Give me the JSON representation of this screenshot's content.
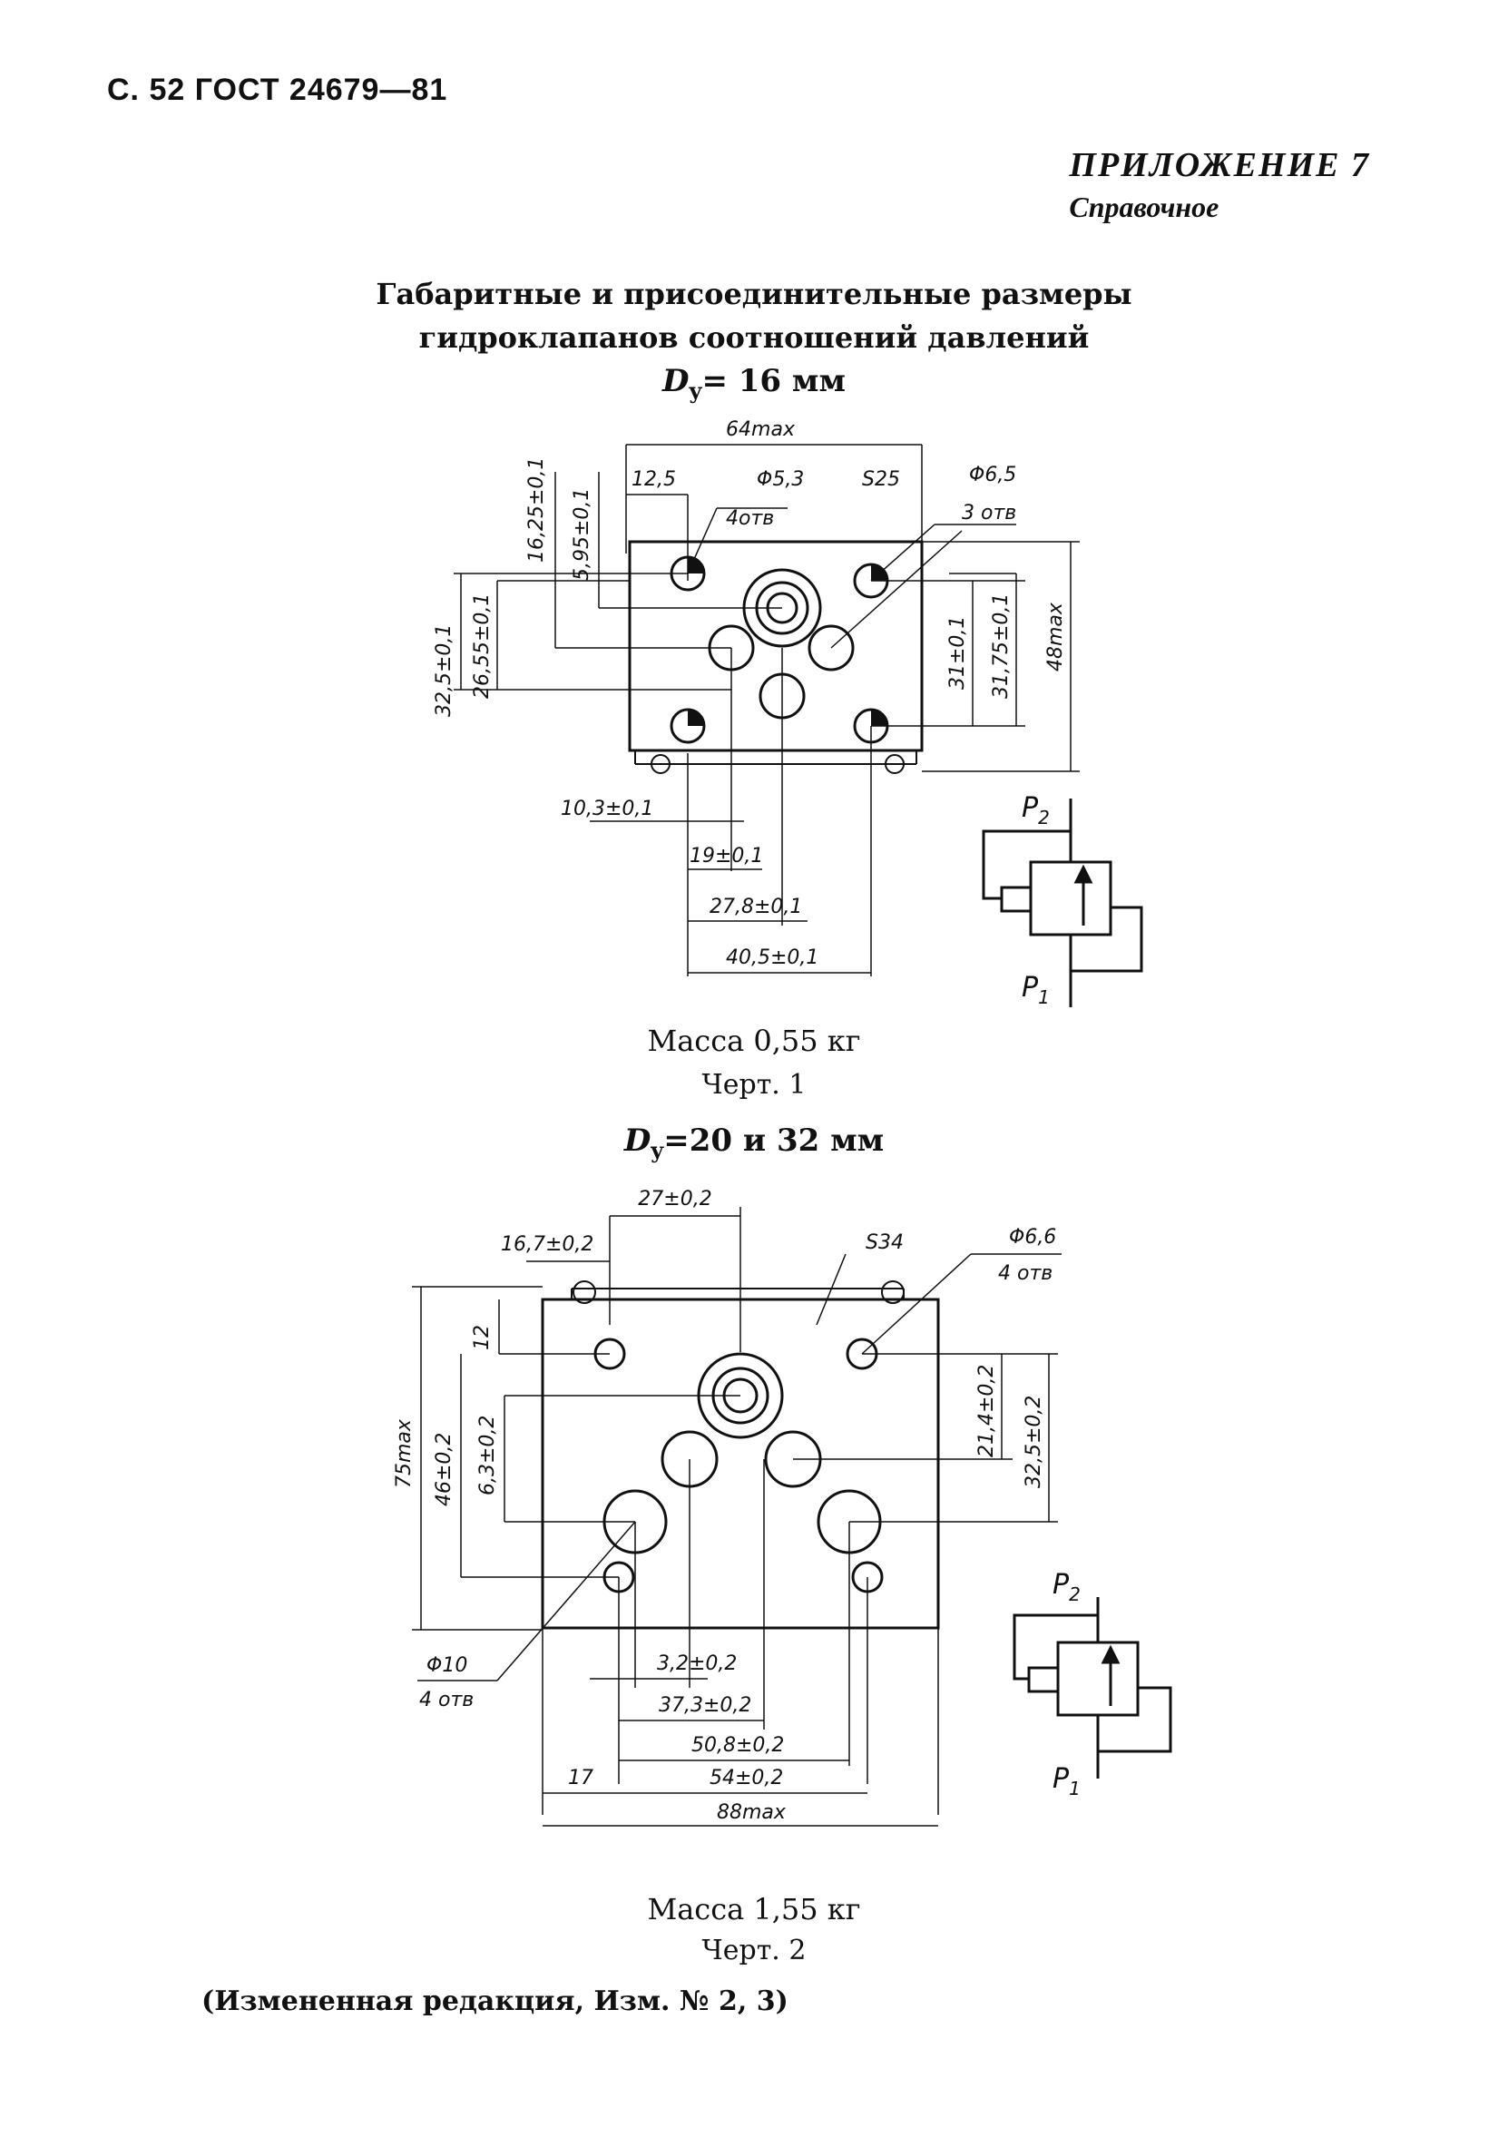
{
  "header": {
    "page_ref": "С. 52 ГОСТ 24679—81"
  },
  "appendix": {
    "title": "ПРИЛОЖЕНИЕ 7",
    "subtitle": "Справочное"
  },
  "heading": {
    "line1": "Габаритные и присоединительные размеры",
    "line2": "гидроклапанов соотношений давлений"
  },
  "drawing1": {
    "dy_symbol": "D",
    "dy_sub": "y",
    "dy_value": "= 16 мм",
    "dims": {
      "width_max": "64max",
      "d12_5": "12,5",
      "hole53": "Φ5,3",
      "hole53_count": "4отв",
      "s25": "S25",
      "hole65": "Φ6,5",
      "hole65_count": "3 отв",
      "v1625": "16,25±0,1",
      "v595": "5,95±0,1",
      "v325": "32,5±0,1",
      "v2655": "26,55±0,1",
      "v31": "31±0,1",
      "v3175": "31,75±0,1",
      "v48max": "48max",
      "h103": "10,3±0,1",
      "h19": "19±0,1",
      "h278": "27,8±0,1",
      "h405": "40,5±0,1"
    },
    "symbol_labels": {
      "p2": "P",
      "p2_sub": "2",
      "p1": "P",
      "p1_sub": "1"
    },
    "mass": "Масса 0,55 кг",
    "mark": "Черт. 1"
  },
  "drawing2": {
    "dy_symbol": "D",
    "dy_sub": "y",
    "dy_value": "=20 и 32 мм",
    "dims": {
      "h27": "27±0,2",
      "h167": "16,7±0,2",
      "s34": "S34",
      "hole66": "Φ6,6",
      "hole66_count": "4 отв",
      "v12": "12",
      "v75max": "75max",
      "v46": "46±0,2",
      "v63": "6,3±0,2",
      "v214": "21,4±0,2",
      "v325": "32,5±0,2",
      "hole10": "Φ10",
      "hole10_count": "4 отв",
      "h32": "3,2±0,2",
      "h373": "37,3±0,2",
      "h508": "50,8±0,2",
      "h54": "54±0,2",
      "h17": "17",
      "h88max": "88max"
    },
    "symbol_labels": {
      "p2": "P",
      "p2_sub": "2",
      "p1": "P",
      "p1_sub": "1"
    },
    "mass": "Масса 1,55 кг",
    "mark": "Черт. 2"
  },
  "footer": {
    "changes": "(Измененная редакция, Изм. № 2, 3)"
  }
}
